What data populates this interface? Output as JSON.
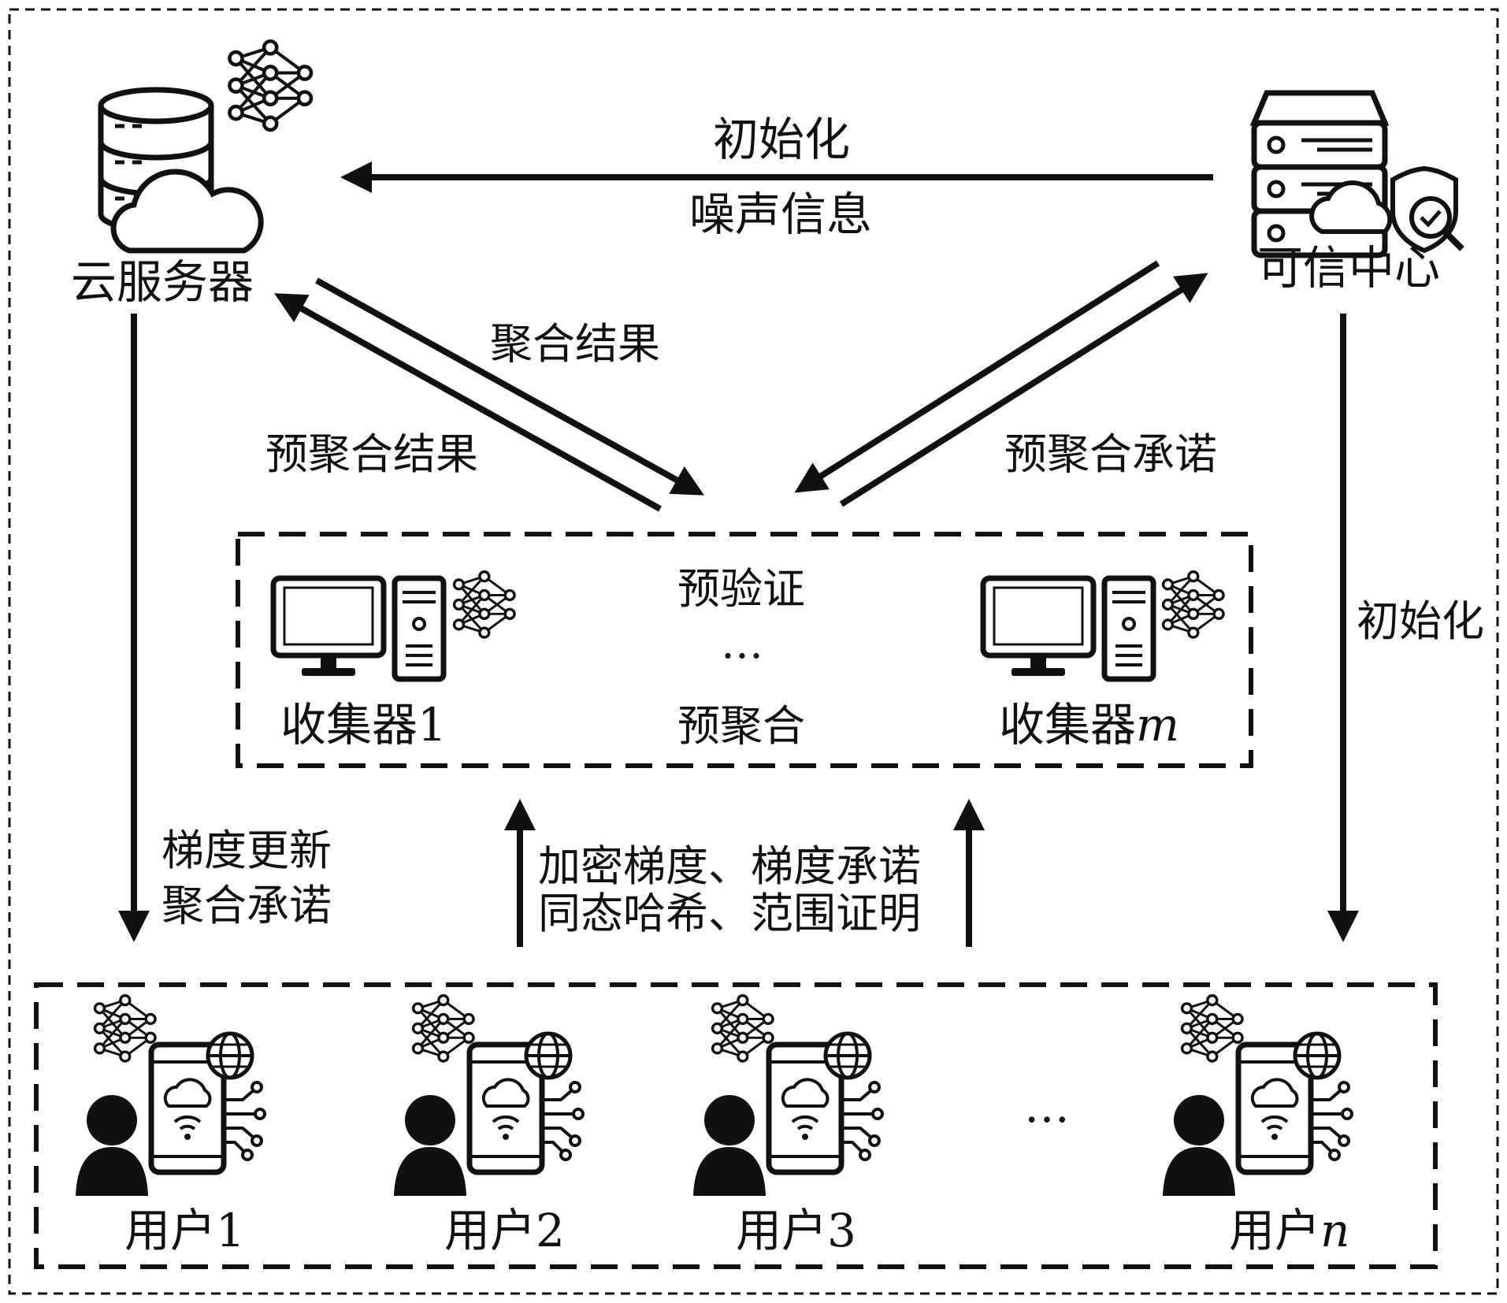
{
  "nodes": {
    "cloud_server": "云服务器",
    "trusted_center": "可信中心",
    "collector_1": "收集器1",
    "collector_m_prefix": "收集器",
    "collector_m_var": "m",
    "user_1": "用户1",
    "user_2": "用户2",
    "user_3": "用户3",
    "user_n_prefix": "用户",
    "user_n_var": "n"
  },
  "collector_box": {
    "pre_verify": "预验证",
    "dots": "…",
    "pre_aggregate": "预聚合"
  },
  "user_row": {
    "dots": "…"
  },
  "edges": {
    "tc_to_cloud_top": "初始化",
    "tc_to_cloud_bottom": "噪声信息",
    "cloud_to_collectors": "聚合结果",
    "collectors_to_cloud": "预聚合结果",
    "tc_collectors": "预聚合承诺",
    "tc_to_users": "初始化",
    "cloud_to_users_line1": "梯度更新",
    "cloud_to_users_line2": "聚合承诺",
    "users_to_collectors_line1": "加密梯度、梯度承诺",
    "users_to_collectors_line2": "同态哈希、范围证明"
  }
}
